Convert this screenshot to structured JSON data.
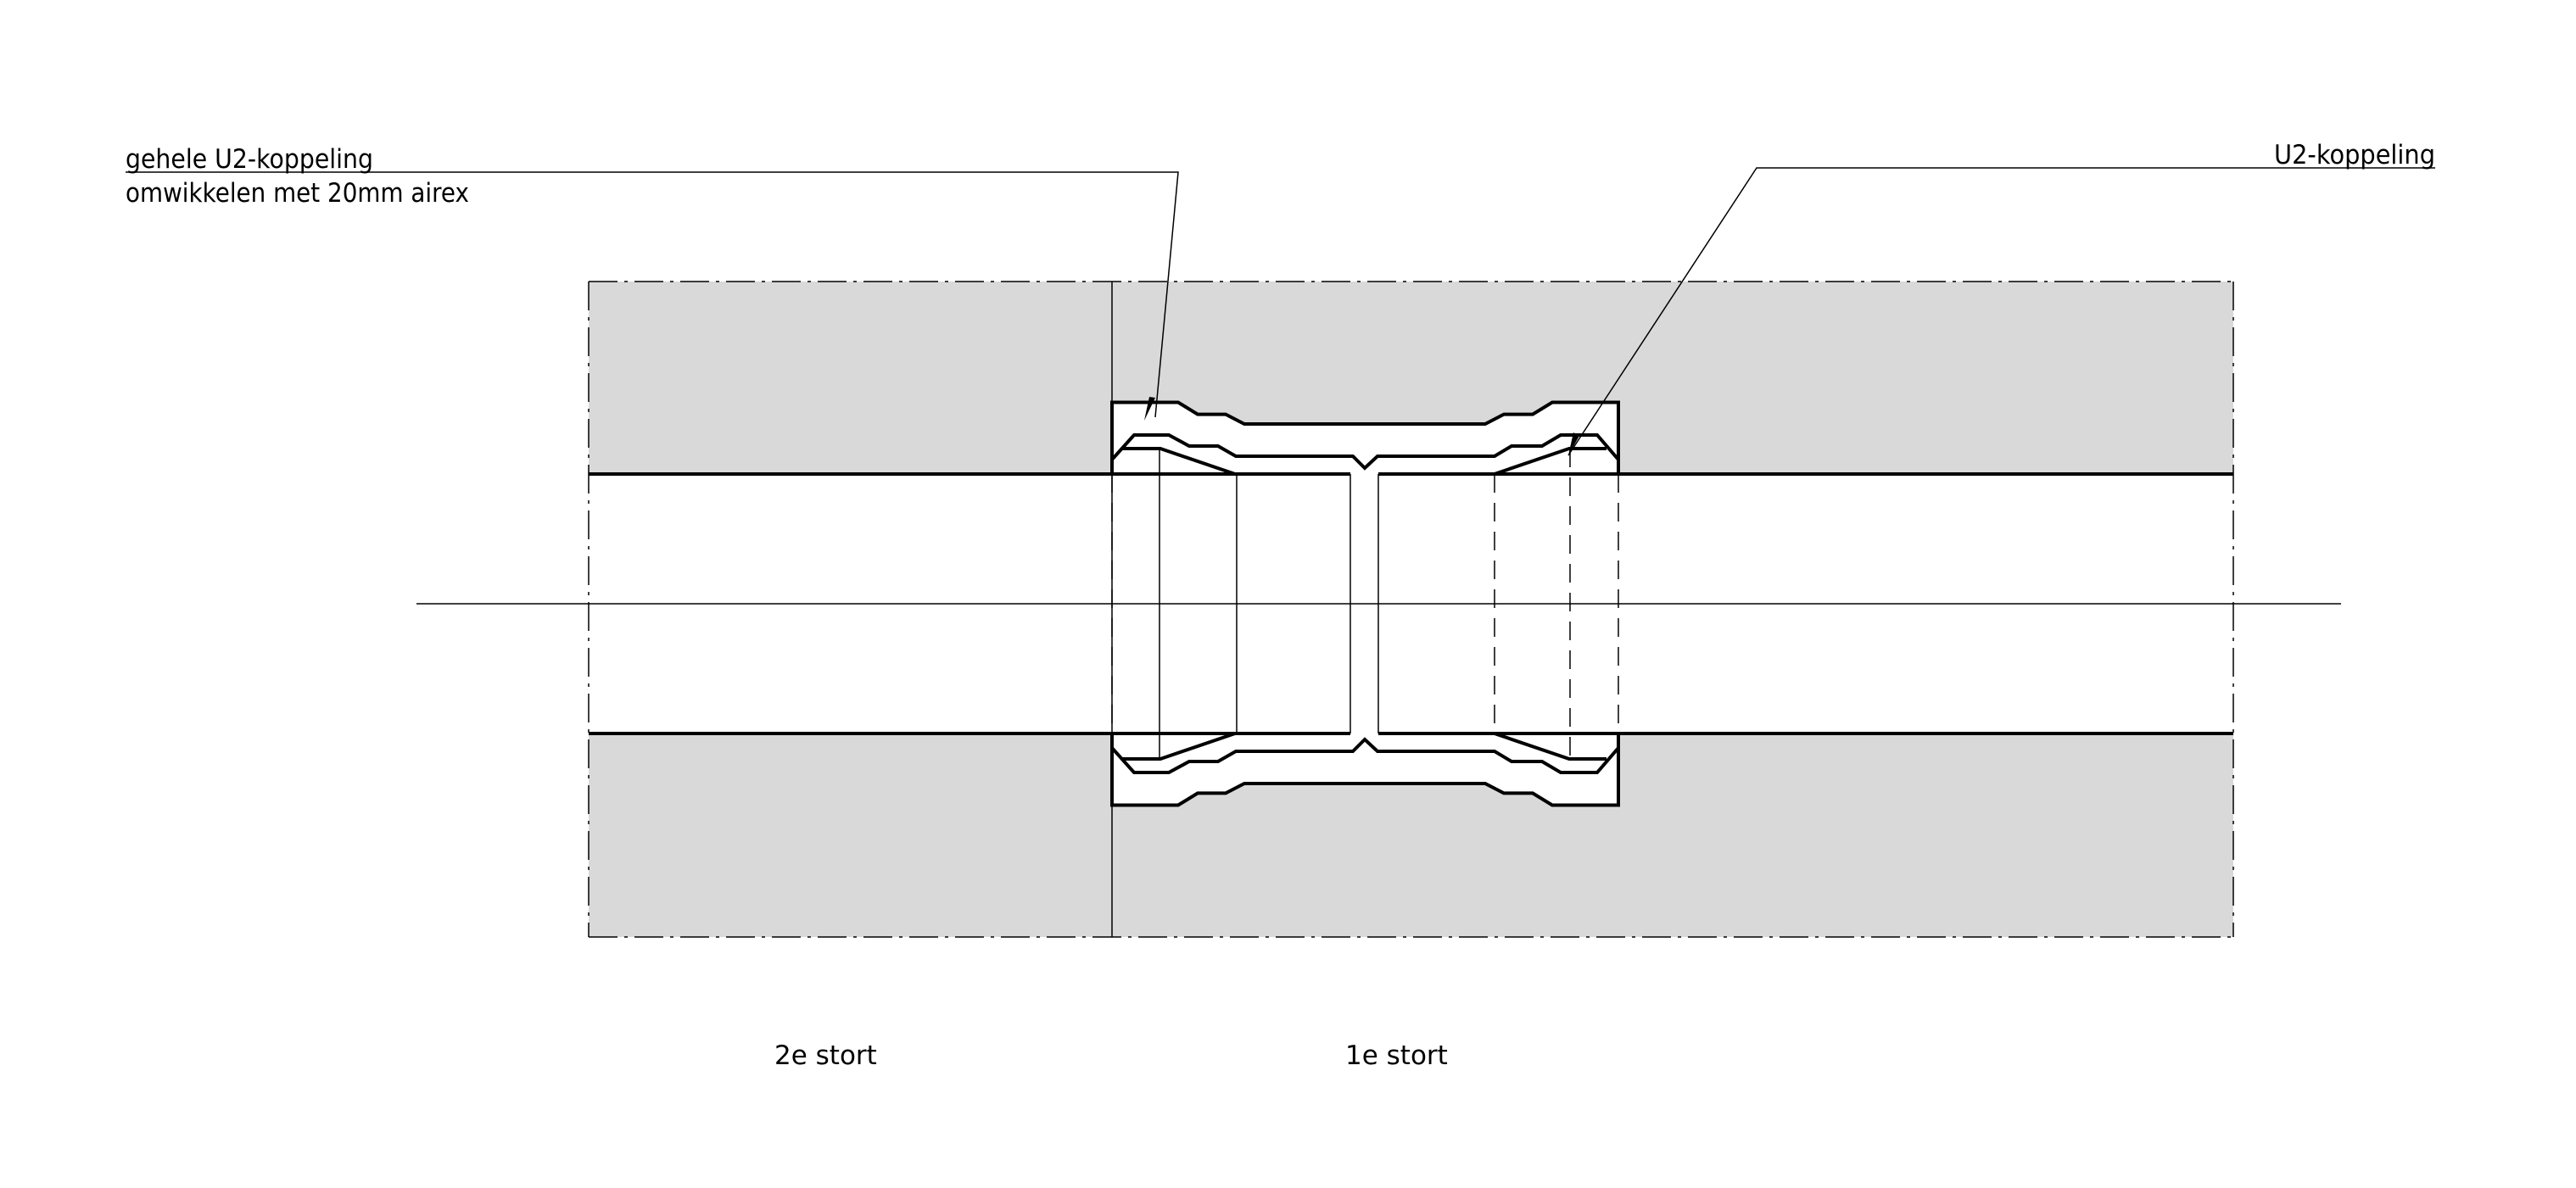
{
  "drawing": {
    "annotations": {
      "left_callout_line1": "gehele U2-koppeling",
      "left_callout_line2": "omwikkelen met 20mm airex",
      "right_callout": "U2-koppeling"
    },
    "pour_labels": {
      "second_pour": "2e stort",
      "first_pour": "1e stort"
    },
    "colors": {
      "concrete_fill": "#d9d9d9",
      "line": "#000000",
      "background": "#ffffff"
    }
  }
}
